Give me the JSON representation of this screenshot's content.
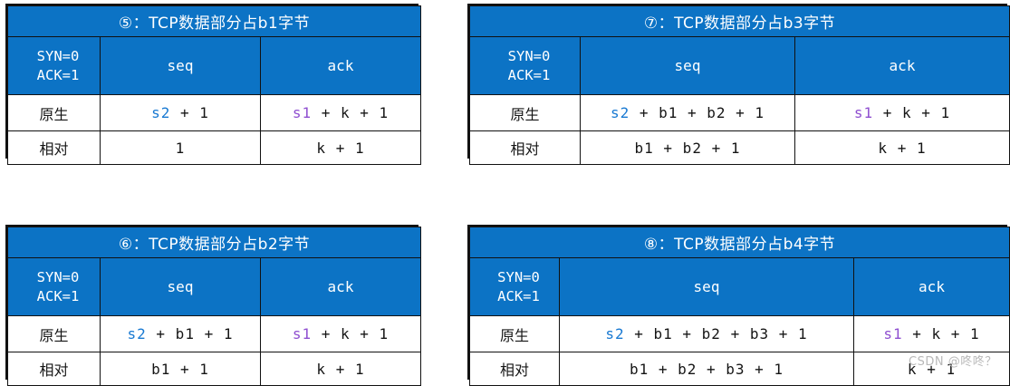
{
  "doc": {
    "kind": "tcp-sequence-number-tables",
    "watermark": "CSDN @咚咚？"
  },
  "colors": {
    "header_blue": "#0c73c5",
    "border": "#111111",
    "background": "#ffffff",
    "seq_accent": "#1879d2",
    "ack_accent": "#8f4fd0",
    "text": "#151515",
    "watermark": "#b9b9b9"
  },
  "common": {
    "flag_line1": "SYN=0",
    "flag_line2": "ACK=1",
    "col_seq": "seq",
    "col_ack": "ack",
    "row_label_native": "原生",
    "row_label_relative": "相对"
  },
  "tables": [
    {
      "id": "tbl-5",
      "marker": "⑤",
      "title_separator": "：",
      "title_text": "TCP数据部分占b1字节",
      "title_full": "⑤：TCP数据部分占b1字节",
      "rows": [
        {
          "label": "原生",
          "seq": {
            "accent": "s2",
            "rest": " + 1",
            "full": "s2 + 1",
            "accent_color": "#1879d2"
          },
          "ack": {
            "accent": "s1",
            "rest": " + k + 1",
            "full": "s1 + k + 1",
            "accent_color": "#8f4fd0"
          }
        },
        {
          "label": "相对",
          "seq": {
            "accent": "",
            "rest": "1",
            "full": "1",
            "accent_color": ""
          },
          "ack": {
            "accent": "",
            "rest": "k + 1",
            "full": "k + 1",
            "accent_color": ""
          }
        }
      ]
    },
    {
      "id": "tbl-7",
      "marker": "⑦",
      "title_separator": "：",
      "title_text": "TCP数据部分占b3字节",
      "title_full": "⑦：TCP数据部分占b3字节",
      "rows": [
        {
          "label": "原生",
          "seq": {
            "accent": "s2",
            "rest": " + b1 + b2 + 1",
            "full": "s2 + b1 + b2 + 1",
            "accent_color": "#1879d2"
          },
          "ack": {
            "accent": "s1",
            "rest": " + k + 1",
            "full": "s1 + k + 1",
            "accent_color": "#8f4fd0"
          }
        },
        {
          "label": "相对",
          "seq": {
            "accent": "",
            "rest": "b1 + b2 + 1",
            "full": "b1 + b2 + 1",
            "accent_color": ""
          },
          "ack": {
            "accent": "",
            "rest": "k + 1",
            "full": "k + 1",
            "accent_color": ""
          }
        }
      ]
    },
    {
      "id": "tbl-6",
      "marker": "⑥",
      "title_separator": "：",
      "title_text": "TCP数据部分占b2字节",
      "title_full": "⑥：TCP数据部分占b2字节",
      "rows": [
        {
          "label": "原生",
          "seq": {
            "accent": "s2",
            "rest": " + b1 + 1",
            "full": "s2 + b1 + 1",
            "accent_color": "#1879d2"
          },
          "ack": {
            "accent": "s1",
            "rest": " + k + 1",
            "full": "s1 + k + 1",
            "accent_color": "#8f4fd0"
          }
        },
        {
          "label": "相对",
          "seq": {
            "accent": "",
            "rest": "b1 + 1",
            "full": "b1 + 1",
            "accent_color": ""
          },
          "ack": {
            "accent": "",
            "rest": "k + 1",
            "full": "k + 1",
            "accent_color": ""
          }
        }
      ]
    },
    {
      "id": "tbl-8",
      "marker": "⑧",
      "title_separator": "：",
      "title_text": "TCP数据部分占b4字节",
      "title_full": "⑧：TCP数据部分占b4字节",
      "rows": [
        {
          "label": "原生",
          "seq": {
            "accent": "s2",
            "rest": " + b1 + b2 + b3 + 1",
            "full": "s2 + b1 + b2 + b3 + 1",
            "accent_color": "#1879d2"
          },
          "ack": {
            "accent": "s1",
            "rest": " + k + 1",
            "full": "s1 + k + 1",
            "accent_color": "#8f4fd0"
          }
        },
        {
          "label": "相对",
          "seq": {
            "accent": "",
            "rest": "b1 + b2 + b3 + 1",
            "full": "b1 + b2 + b3 + 1",
            "accent_color": ""
          },
          "ack": {
            "accent": "",
            "rest": "k + 1",
            "full": "k + 1",
            "accent_color": ""
          }
        }
      ]
    }
  ]
}
